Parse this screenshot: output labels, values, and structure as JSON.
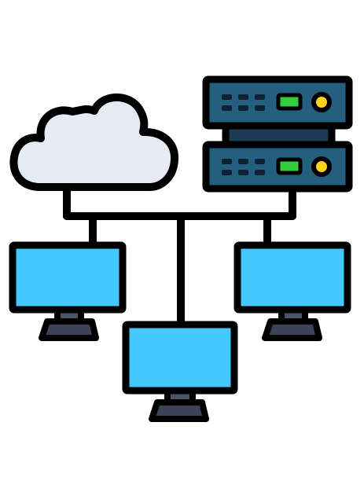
{
  "diagram": {
    "nodes": [
      {
        "id": "cloud",
        "icon": "cloud-icon"
      },
      {
        "id": "server-rack",
        "icon": "server-rack-icon",
        "units": 2
      },
      {
        "id": "monitor-left",
        "icon": "monitor-icon"
      },
      {
        "id": "monitor-center",
        "icon": "monitor-icon"
      },
      {
        "id": "monitor-right",
        "icon": "monitor-icon"
      }
    ],
    "edges": [
      {
        "from": "cloud",
        "to": "network-bus"
      },
      {
        "from": "server-rack",
        "to": "network-bus"
      },
      {
        "from": "network-bus",
        "to": "monitor-left"
      },
      {
        "from": "network-bus",
        "to": "monitor-center"
      },
      {
        "from": "network-bus",
        "to": "monitor-right"
      }
    ],
    "colors": {
      "outline": "#000000",
      "cloud_fill": "#e5ebf5",
      "server_fill": "#255f80",
      "server_slot": "#1a3b52",
      "server_vent": "#0f2233",
      "server_led": "#35cc3e",
      "server_knob": "#ffd21f",
      "screen_fill": "#45c8fe",
      "stand_fill": "#4a5568",
      "base_fill": "#3c4257"
    }
  }
}
